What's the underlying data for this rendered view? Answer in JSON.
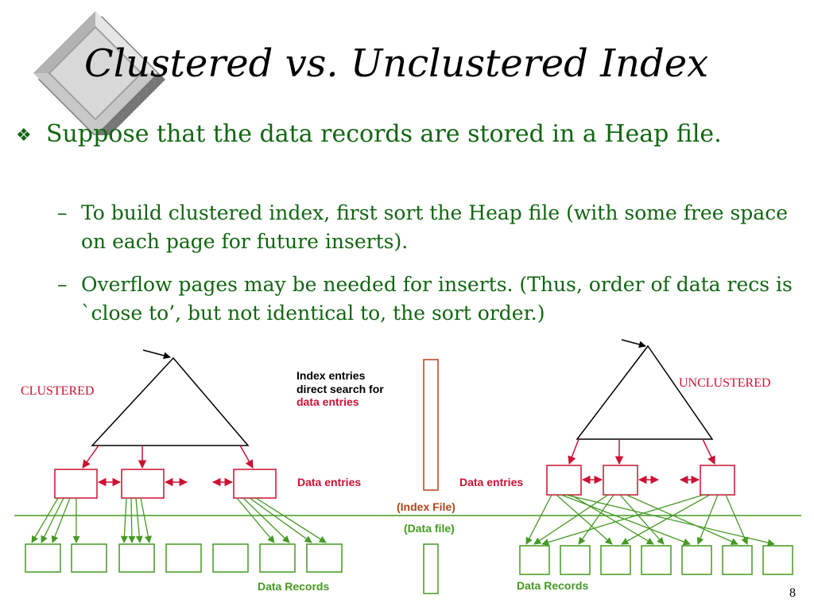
{
  "slide": {
    "title": "Clustered vs. Unclustered Index",
    "bullet": "Suppose that the data records are stored in a Heap file.",
    "subbullets": [
      "To build clustered index, first sort the Heap file (with some free space on each page for future inserts).",
      "Overflow pages may be needed for inserts.  (Thus, order of data recs is `close to’, but not identical to, the sort order.)"
    ],
    "bullet_glyph": "❖",
    "dash_glyph": "–",
    "page_number": "8"
  },
  "diagram": {
    "clustered_label": "CLUSTERED",
    "unclustered_label": "UNCLUSTERED",
    "index_note_line1": "Index entries",
    "index_note_line2": "direct search for",
    "index_note_line3": "data entries",
    "data_entries_left": "Data entries",
    "data_entries_right": "Data entries",
    "index_file": "(Index File)",
    "data_file": "(Data file)",
    "data_records_left": "Data Records",
    "data_records_right": "Data Records"
  },
  "colors": {
    "title": "#000000",
    "bullet_text": "#116611",
    "red": "#cc1133",
    "green": "#449922",
    "brown": "#b0441a",
    "black": "#000000"
  },
  "icons": {
    "logo": "diamond-logo-icon",
    "bullet": "diamond-bullet-icon"
  }
}
